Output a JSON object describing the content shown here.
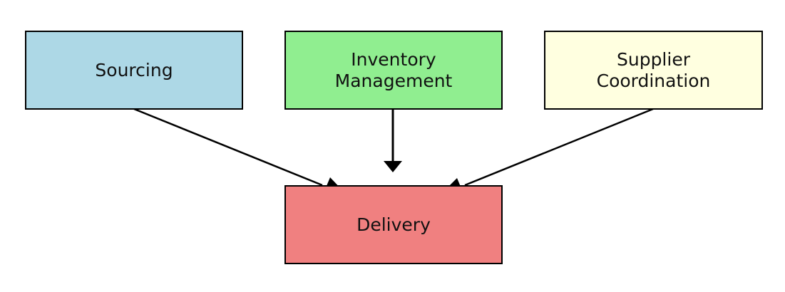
{
  "diagram": {
    "nodes": {
      "sourcing": {
        "label": "Sourcing",
        "color": "#add8e6"
      },
      "inventory": {
        "label": "Inventory\nManagement",
        "color": "#90ee90"
      },
      "supplier": {
        "label": "Supplier\nCoordination",
        "color": "#ffffe0"
      },
      "delivery": {
        "label": "Delivery",
        "color": "#f08080"
      }
    },
    "edges": [
      {
        "from": "sourcing",
        "to": "delivery"
      },
      {
        "from": "inventory",
        "to": "delivery"
      },
      {
        "from": "supplier",
        "to": "delivery"
      }
    ],
    "edge_color": "#000000"
  }
}
